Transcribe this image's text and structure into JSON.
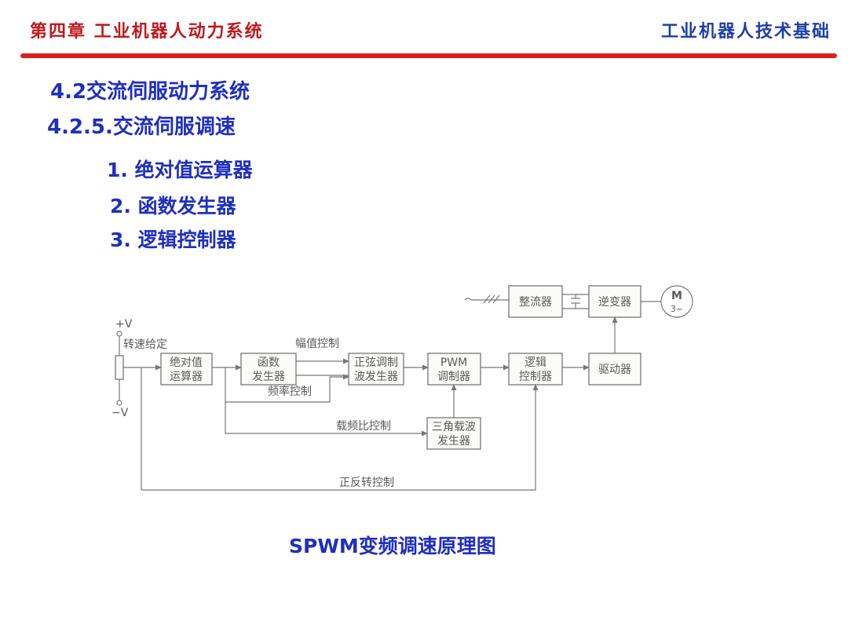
{
  "header": {
    "chapter": "第四章 工业机器人动力系统",
    "course": "工业机器人技术基础"
  },
  "section": {
    "title": "4.2交流伺服动力系统",
    "subtitle": "4.2.5.交流伺服调速",
    "items": [
      "1. 绝对值运算器",
      "2. 函数发生器",
      "3. 逻辑控制器"
    ]
  },
  "diagram": {
    "plus_v": "+V",
    "minus_v": "−V",
    "speed_setting": "转速给定",
    "blocks": {
      "abs_op": [
        "绝对值",
        "运算器"
      ],
      "func_gen": [
        "函数",
        "发生器"
      ],
      "sine_gen": [
        "正弦调制",
        "波发生器"
      ],
      "pwm": [
        "PWM",
        "调制器"
      ],
      "logic": [
        "逻辑",
        "控制器"
      ],
      "driver": "驱动器",
      "tri_gen": [
        "三角载波",
        "发生器"
      ],
      "rectifier": "整流器",
      "inverter": "逆变器",
      "motor": [
        "M",
        "3~"
      ]
    },
    "labels": {
      "amplitude": "幅值控制",
      "frequency": "频率控制",
      "carrier_ratio": "载频比控制",
      "direction": "正反转控制"
    }
  },
  "caption": "SPWM变频调速原理图"
}
